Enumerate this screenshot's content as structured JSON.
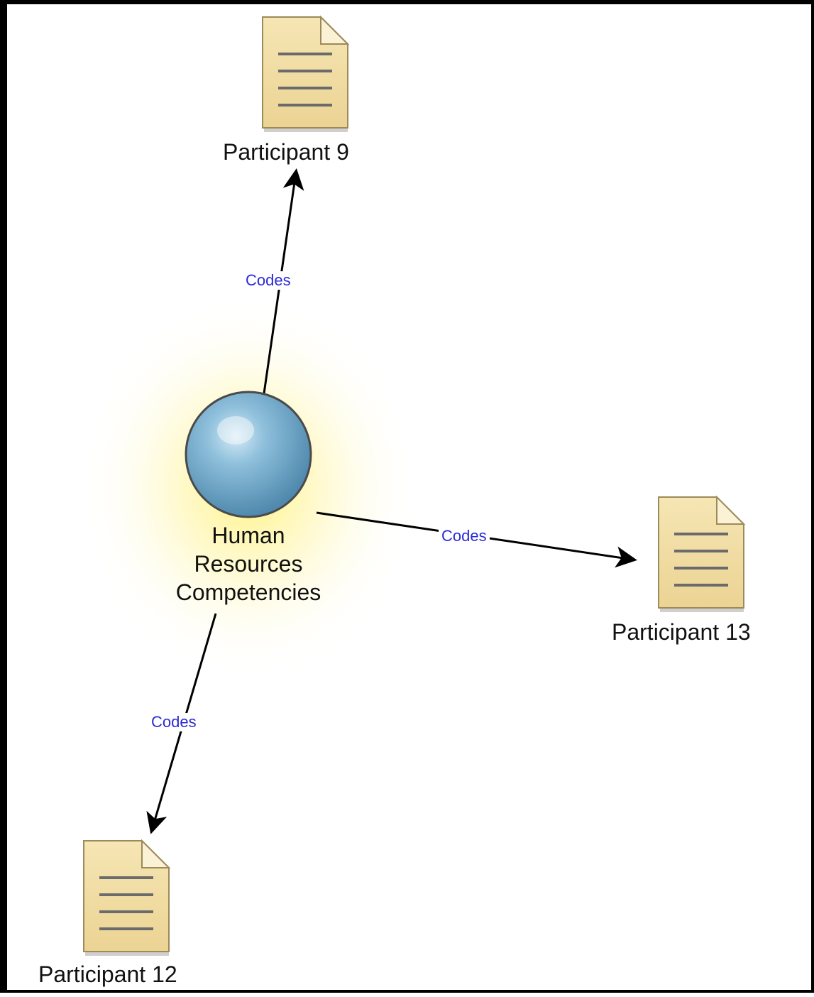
{
  "diagram": {
    "hub": {
      "label_lines": [
        "Human",
        "Resources",
        "Competencies"
      ],
      "icon": "sphere-node-icon"
    },
    "documents": [
      {
        "label": "Participant 9",
        "icon": "document-icon"
      },
      {
        "label": "Participant 13",
        "icon": "document-icon"
      },
      {
        "label": "Participant 12",
        "icon": "document-icon"
      }
    ],
    "edges": [
      {
        "label": "Codes",
        "from": "hub",
        "to": "Participant 9"
      },
      {
        "label": "Codes",
        "from": "hub",
        "to": "Participant 13"
      },
      {
        "label": "Codes",
        "from": "hub",
        "to": "Participant 12"
      }
    ],
    "colors": {
      "edge_label": "#2b2bd6",
      "document_fill": "#f2dea3",
      "sphere_fill": "#7fb1cf",
      "glow": "#fff5a8"
    }
  }
}
